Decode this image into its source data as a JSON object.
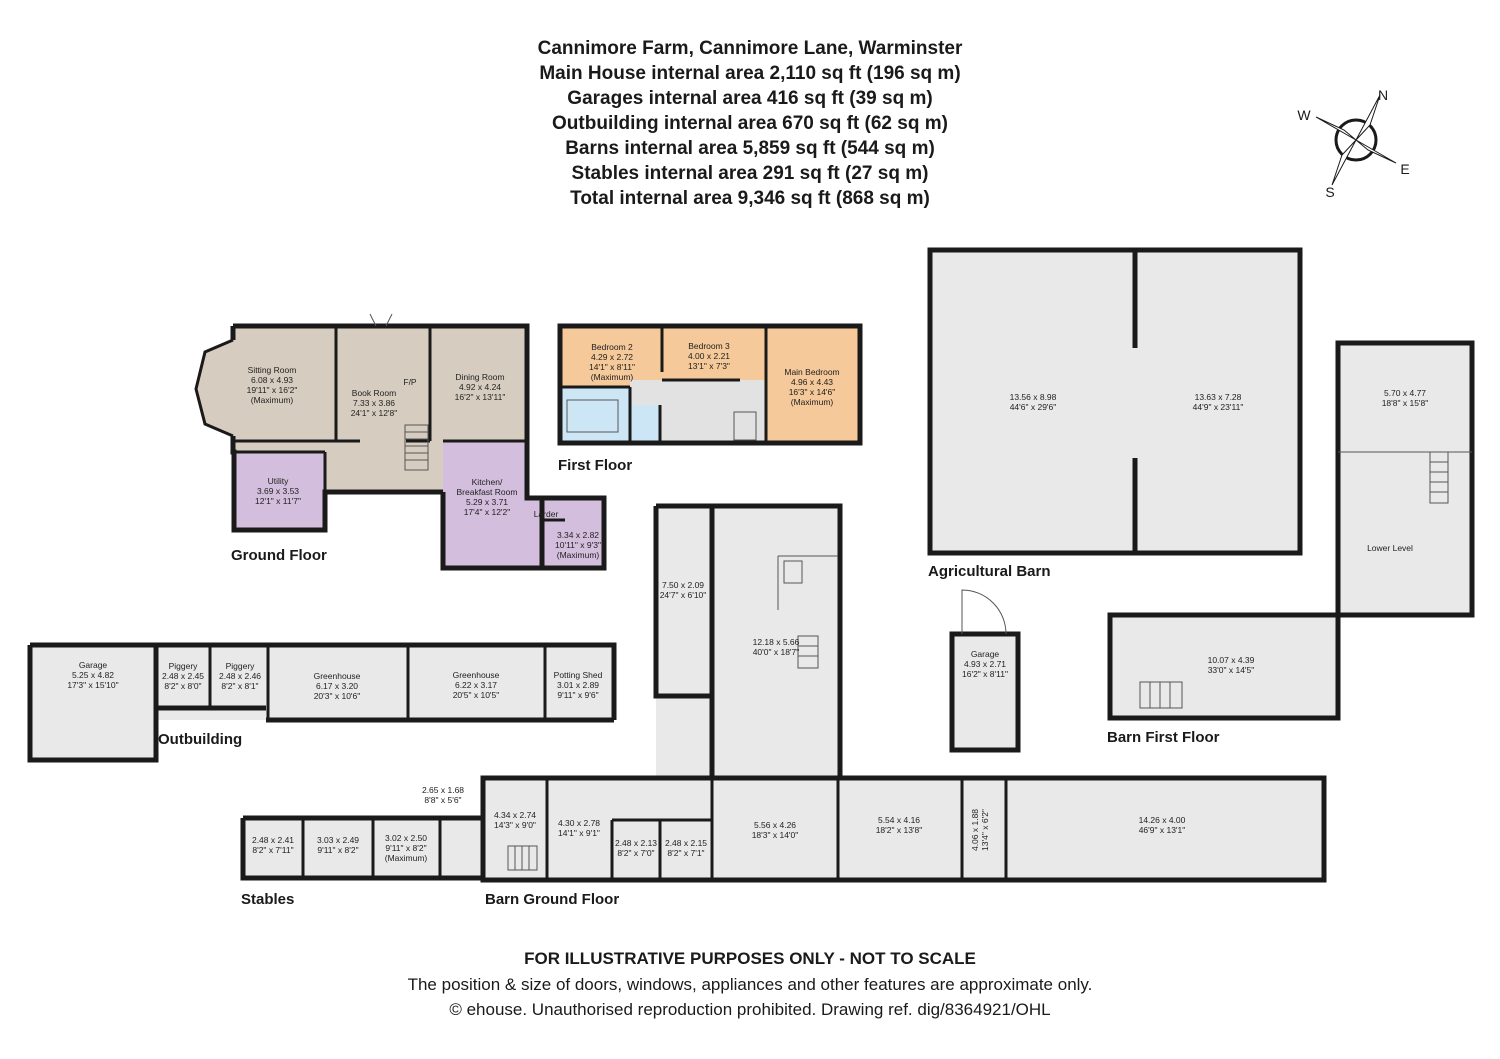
{
  "header": {
    "title": "Cannimore Farm, Cannimore Lane, Warminster",
    "areas": [
      "Main House internal area 2,110 sq ft (196 sq m)",
      "Garages internal area 416 sq ft (39 sq m)",
      "Outbuilding internal area 670 sq ft (62 sq m)",
      "Barns internal area 5,859 sq ft (544 sq m)",
      "Stables internal area 291 sq ft (27 sq m)",
      "Total internal area 9,346 sq ft (868 sq m)"
    ]
  },
  "compass": {
    "icon": "compass-rose-icon",
    "n": "N",
    "e": "E",
    "s": "S",
    "w": "W"
  },
  "colors": {
    "reception": "#d6cdc0",
    "utility": "#d3bedd",
    "kitchen": "#d3bedd",
    "bedroom": "#f5c99a",
    "bathroom": "#cde6f5",
    "barn": "#e9e9e9",
    "wall": "#1a1a1a"
  },
  "floors": {
    "ground": "Ground Floor",
    "first": "First Floor",
    "outbuilding": "Outbuilding",
    "agricultural_barn": "Agricultural Barn",
    "barn_first": "Barn First Floor",
    "stables": "Stables",
    "barn_ground": "Barn Ground Floor"
  },
  "rooms": {
    "sitting": {
      "name": "Sitting Room",
      "metric": "6.08 x 4.93",
      "imperial": "19'11\" x 16'2\"",
      "note": "(Maximum)"
    },
    "book": {
      "name": "Book Room",
      "metric": "7.33 x 3.86",
      "imperial": "24'1\" x 12'8\"",
      "fp": "F/P"
    },
    "dining": {
      "name": "Dining Room",
      "metric": "4.92 x 4.24",
      "imperial": "16'2\" x 13'11\""
    },
    "utility": {
      "name": "Utility",
      "metric": "3.69 x 3.53",
      "imperial": "12'1\" x 11'7\""
    },
    "kitchen": {
      "name1": "Kitchen/",
      "name2": "Breakfast Room",
      "metric": "5.29 x 3.71",
      "imperial": "17'4\" x 12'2\""
    },
    "larder": {
      "name": "Larder"
    },
    "rear": {
      "metric": "3.34 x 2.82",
      "imperial": "10'11\" x 9'3\"",
      "note": "(Maximum)"
    },
    "bed2": {
      "name": "Bedroom 2",
      "metric": "4.29 x 2.72",
      "imperial": "14'1\" x 8'11\"",
      "note": "(Maximum)"
    },
    "bed3": {
      "name": "Bedroom 3",
      "metric": "4.00 x 2.21",
      "imperial": "13'1\" x 7'3\""
    },
    "mainbed": {
      "name": "Main Bedroom",
      "metric": "4.96 x 4.43",
      "imperial": "16'3\" x 14'6\"",
      "note": "(Maximum)"
    },
    "agbarn_w": {
      "metric": "13.56 x 8.98",
      "imperial": "44'6\" x 29'6\""
    },
    "agbarn_e": {
      "metric": "13.63 x 7.28",
      "imperial": "44'9\" x 23'11\""
    },
    "bff_upper": {
      "metric": "5.70 x 4.77",
      "imperial": "18'8\" x 15'8\""
    },
    "lower_level": {
      "name": "Lower Level"
    },
    "bff_room": {
      "metric": "10.07 x 4.39",
      "imperial": "33'0\" x 14'5\""
    },
    "garage_small": {
      "name": "Garage",
      "metric": "4.93 x 2.71",
      "imperial": "16'2\" x 8'11\""
    },
    "garage": {
      "name": "Garage",
      "metric": "5.25 x 4.82",
      "imperial": "17'3\" x 15'10\""
    },
    "piggery1": {
      "name": "Piggery",
      "metric": "2.48 x 2.45",
      "imperial": "8'2\" x 8'0\""
    },
    "piggery2": {
      "name": "Piggery",
      "metric": "2.48 x 2.46",
      "imperial": "8'2\" x 8'1\""
    },
    "greenhouse1": {
      "name": "Greenhouse",
      "metric": "6.17 x 3.20",
      "imperial": "20'3\" x 10'6\""
    },
    "greenhouse2": {
      "name": "Greenhouse",
      "metric": "6.22 x 3.17",
      "imperial": "20'5\" x 10'5\""
    },
    "potting": {
      "name": "Potting Shed",
      "metric": "3.01 x 2.89",
      "imperial": "9'11\" x 9'6\""
    },
    "narrow": {
      "metric": "7.50 x 2.09",
      "imperial": "24'7\" x 6'10\""
    },
    "bigbarn": {
      "metric": "12.18 x 5.66",
      "imperial": "40'0\" x 18'7\""
    },
    "st1": {
      "metric": "2.48 x 2.41",
      "imperial": "8'2\" x 7'11\""
    },
    "st2": {
      "metric": "3.03 x 2.49",
      "imperial": "9'11\" x 8'2\""
    },
    "st3": {
      "metric": "3.02 x 2.50",
      "imperial": "9'11\" x 8'2\"",
      "note": "(Maximum)"
    },
    "st4": {
      "metric": "2.65 x 1.68",
      "imperial": "8'8\" x 5'6\""
    },
    "bg1": {
      "metric": "4.34 x 2.74",
      "imperial": "14'3\" x 9'0\""
    },
    "bg2": {
      "metric": "4.30 x 2.78",
      "imperial": "14'1\" x 9'1\""
    },
    "bg3": {
      "metric": "2.48 x 2.13",
      "imperial": "8'2\" x 7'0\""
    },
    "bg4": {
      "metric": "2.48 x 2.15",
      "imperial": "8'2\" x 7'1\""
    },
    "bg5": {
      "metric": "5.56 x 4.26",
      "imperial": "18'3\" x 14'0\""
    },
    "bg6": {
      "metric": "5.54 x 4.16",
      "imperial": "18'2\" x 13'8\""
    },
    "bg7": {
      "metric": "4.06 x 1.88",
      "imperial": "13'4\" x 6'2\""
    },
    "bg8": {
      "metric": "14.26 x 4.00",
      "imperial": "46'9\" x 13'1\""
    }
  },
  "footer": {
    "disclaimer": "FOR ILLUSTRATIVE PURPOSES ONLY - NOT TO SCALE",
    "note": "The position & size of doors, windows, appliances and other features are approximate only.",
    "copyright": "© ehouse. Unauthorised reproduction prohibited. Drawing ref. dig/8364921/OHL"
  }
}
